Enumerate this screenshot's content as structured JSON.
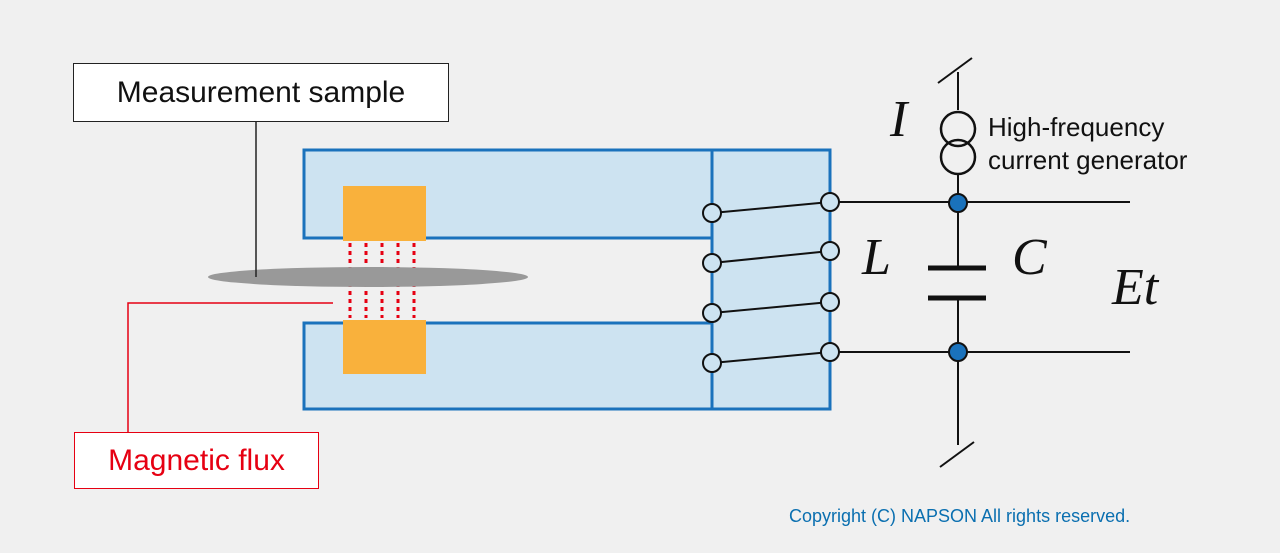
{
  "labels": {
    "measurement_sample": "Measurement sample",
    "magnetic_flux": "Magnetic flux",
    "generator_line1": "High-frequency",
    "generator_line2": "current generator"
  },
  "symbols": {
    "current": "I",
    "inductance": "L",
    "capacitance": "C",
    "output": "Et"
  },
  "copyright": "Copyright (C) NAPSON All rights reserved.",
  "colors": {
    "background": "#f0f0f0",
    "core_fill": "#cde3f1",
    "core_stroke": "#1a72bc",
    "pole_piece": "#f9b13c",
    "flux": "#e60012",
    "sample": "#999999",
    "node": "#1a72bc",
    "terminal_fill": "#cde3f1",
    "wire": "#111111",
    "copyright": "#0a6fb0"
  }
}
